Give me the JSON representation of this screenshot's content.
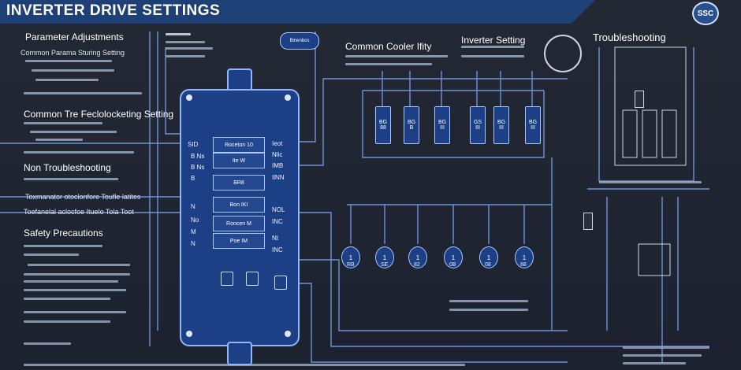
{
  "banner": {
    "title": "INVERTER DRIVE SETTINGS",
    "logo": "SSC"
  },
  "left": {
    "parameter_adjustments": "Parameter Adjustments",
    "common_param_setting": "Common Parama Sturing Setting",
    "common_troubleshooting": "Common Tre Feclolocketing Setting",
    "non_troubleshooting": "Non Troubleshooting",
    "transmator_line1": "Toxmanator otoclonfore Toufle latites",
    "transmator_line2": "Toefanelal aclocfoe Ituelo Tola Toot",
    "safety": "Safety Precautions"
  },
  "middle": {
    "common_cooler": "Common Cooler Ifity",
    "inverter_setting": "Inverter Setting",
    "badge": "Binenbos"
  },
  "right": {
    "troubleshooting": "Troubleshooting"
  },
  "device": {
    "slots": [
      "Roceton 10",
      "Ite W",
      "BR8",
      "Bon IKI",
      "Roncen M",
      "Poe IM"
    ],
    "left_labels": [
      "SID",
      "B Ns",
      "B Ns",
      "B",
      "N",
      "No",
      "M",
      "N"
    ],
    "right_labels": [
      "Ieot",
      "Nlic",
      "IMB",
      "IlNN",
      "NOL",
      "INC",
      "Nt",
      "INC"
    ]
  },
  "modules": [
    {
      "top": "BG",
      "bottom": "88"
    },
    {
      "top": "BG",
      "bottom": "B"
    },
    {
      "top": "BG",
      "bottom": "III"
    },
    {
      "top": "GS",
      "bottom": "III"
    },
    {
      "top": "BG",
      "bottom": "III"
    },
    {
      "top": "BG",
      "bottom": "III"
    }
  ],
  "gauges": [
    {
      "value": "1",
      "label": "RB"
    },
    {
      "value": "1",
      "label": "SE"
    },
    {
      "value": "1",
      "label": "82"
    },
    {
      "value": "1",
      "label": "0B"
    },
    {
      "value": "1",
      "label": "08"
    },
    {
      "value": "1",
      "label": "88"
    }
  ],
  "colors": {
    "background": "#1e2330",
    "banner": "#1f3f77",
    "device": "#1c3f86",
    "wire": "#6f94d8"
  }
}
